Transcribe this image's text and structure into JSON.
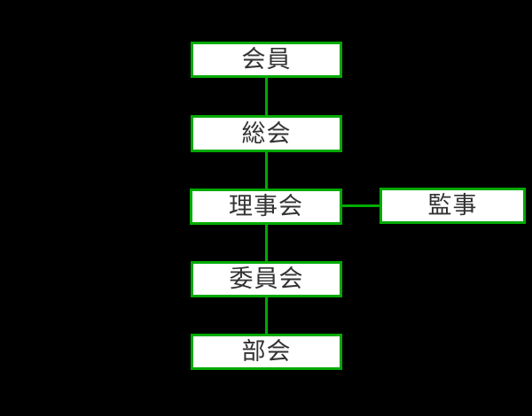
{
  "diagram": {
    "background_color": "#000000",
    "box_fill_color": "#ffffff",
    "box_border_color": "#00aa00",
    "connector_color": "#00aa00",
    "text_color": "#333333",
    "nodes": [
      {
        "id": "kaiin",
        "label": "会員"
      },
      {
        "id": "soukai",
        "label": "総会"
      },
      {
        "id": "rijikai",
        "label": "理事会"
      },
      {
        "id": "kanji",
        "label": "監事"
      },
      {
        "id": "iinkai",
        "label": "委員会"
      },
      {
        "id": "bukai",
        "label": "部会"
      }
    ],
    "edges": [
      {
        "from": "会員",
        "to": "総会",
        "direction": "vertical"
      },
      {
        "from": "総会",
        "to": "理事会",
        "direction": "vertical"
      },
      {
        "from": "理事会",
        "to": "監事",
        "direction": "horizontal"
      },
      {
        "from": "理事会",
        "to": "委員会",
        "direction": "vertical"
      },
      {
        "from": "委員会",
        "to": "部会",
        "direction": "vertical"
      }
    ]
  }
}
